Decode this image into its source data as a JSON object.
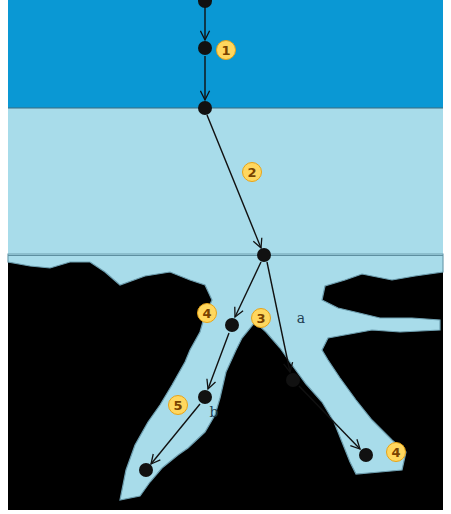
{
  "diagram": {
    "labels": [
      "1",
      "2",
      "4",
      "3",
      "a",
      "5",
      "b",
      "4"
    ]
  }
}
